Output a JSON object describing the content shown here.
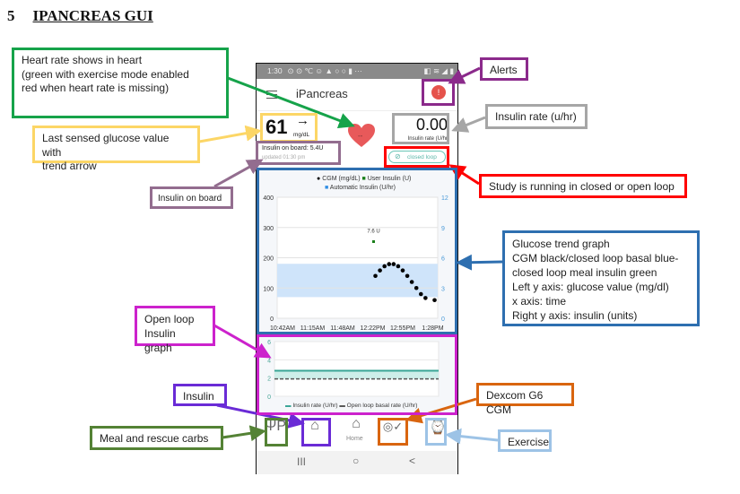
{
  "heading": {
    "number": "5",
    "title": "IPANCREAS GUI"
  },
  "annotations": {
    "heart": "Heart rate shows in heart\n(green with exercise mode enabled\nred when heart rate is missing)",
    "glucose": "Last sensed glucose value with\ntrend arrow",
    "iob": "Insulin on board",
    "alerts": "Alerts",
    "insulin_rate": "Insulin rate (u/hr)",
    "study": "Study is running in closed or open loop",
    "trend_graph": "Glucose trend graph\nCGM black/closed loop basal blue-\nclosed loop meal insulin green\nLeft y axis: glucose value (mg/dl)\nx axis: time\nRight y axis: insulin (units)",
    "open_loop": "Open loop\nInsulin graph",
    "insulin": "Insulin",
    "meal": "Meal and rescue carbs",
    "dexcom": "Dexcom G6 CGM",
    "exercise": "Exercise"
  },
  "colors": {
    "heart": "#16a34a",
    "glucose": "#fcd666",
    "iob": "#936d8f",
    "alerts": "#8b2a8b",
    "insulin_rate": "#a6a6a6",
    "study": "#ff0000",
    "trend_graph": "#2e6fb0",
    "open_loop": "#cc22cc",
    "insulin": "#6a2bd6",
    "meal": "#548235",
    "dexcom": "#d9650f",
    "exercise": "#9dc3e6"
  },
  "app": {
    "status_time": "1:30",
    "status_icons": "⊙ ⊙ ℃ ☺ ▲ ○ ○ ▮  ···",
    "status_right": "◧ ≋ ◢ ▮",
    "title": "iPancreas",
    "alert_badge": "!",
    "glucose": "61",
    "glucose_trend": "→",
    "glucose_unit": "mg/dL",
    "heart_rate": "--",
    "insulin_rate": "0.00",
    "insulin_rate_label": "Insulin rate (U/hr)",
    "iob": "Insulin on board: 5.4U",
    "iob_updated": "updated 01:30 pm",
    "loop_mode": "closed loop",
    "nav": {
      "home": "Home"
    },
    "sys_nav": {
      "recent": "III",
      "home": "○",
      "back": "<"
    }
  },
  "chart_data": [
    {
      "type": "scatter",
      "title": "Glucose trend",
      "legend": [
        "CGM (mg/dL)",
        "User Insulin (U)",
        "Automatic Insulin (U/hr)"
      ],
      "x_ticks": [
        "10:42AM",
        "11:15AM",
        "11:48AM",
        "12:22PM",
        "12:55PM",
        "1:28PM"
      ],
      "y_left_ticks": [
        0,
        100,
        200,
        300,
        400
      ],
      "y_left_range": [
        0,
        400
      ],
      "y_right_ticks": [
        0,
        3,
        6,
        9,
        12
      ],
      "y_right_range": [
        0,
        12
      ],
      "cgm": {
        "times_min_after_10_42": [
          102,
          107,
          112,
          117,
          122,
          127,
          132,
          137,
          142,
          147,
          152,
          157,
          167
        ],
        "values": [
          140,
          158,
          172,
          179,
          179,
          172,
          158,
          140,
          120,
          100,
          80,
          67,
          60
        ]
      },
      "user_insulin": [
        {
          "time_min_after_10_42": 100,
          "value": 7.6,
          "label": "7.6 U"
        }
      ],
      "automatic_insulin_band": [
        2.1,
        5.4
      ]
    },
    {
      "type": "line",
      "title": "Open loop insulin",
      "y_ticks": [
        0,
        2,
        4,
        6
      ],
      "y_range": [
        0,
        6
      ],
      "legend": [
        "Insulin rate (U/hr)",
        "Open loop basal rate (U/hr)"
      ],
      "insulin_rate": 2.8,
      "open_loop_basal_rate": 1.9
    }
  ]
}
